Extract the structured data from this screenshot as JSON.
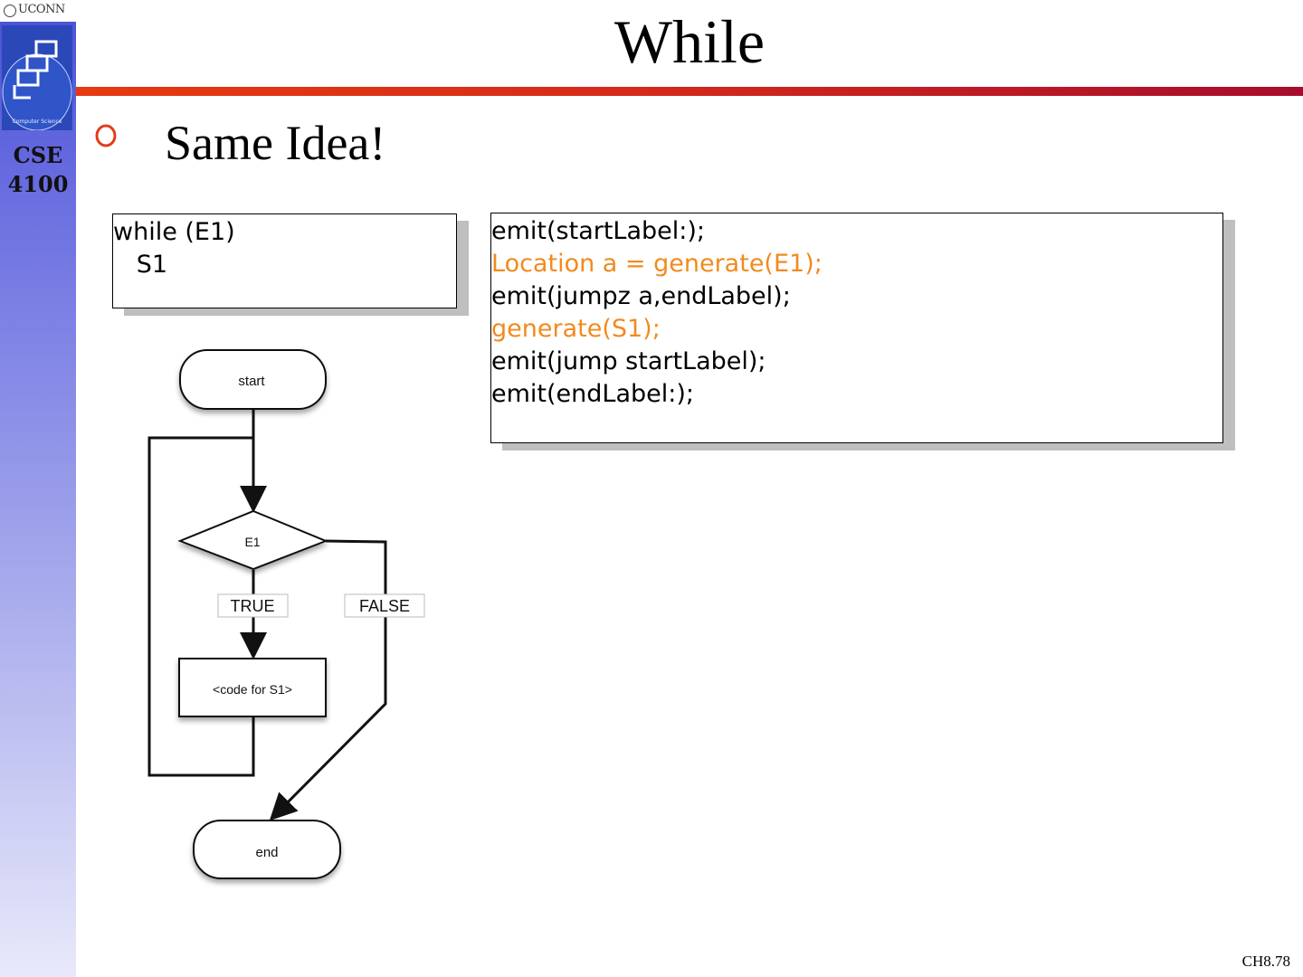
{
  "sidebar": {
    "logo_text": "UCONN",
    "course_line1": "CSE",
    "course_line2": "4100"
  },
  "slide": {
    "title": "While",
    "bullet": "Same Idea!",
    "source_code": [
      "while (E1)",
      "   S1"
    ],
    "generated_code": [
      {
        "text": "emit(startLabel:);",
        "highlight": false
      },
      {
        "text": "Location a = generate(E1);",
        "highlight": true
      },
      {
        "text": "emit(jumpz a,endLabel);",
        "highlight": false
      },
      {
        "text": "generate(S1);",
        "highlight": true
      },
      {
        "text": "emit(jump startLabel);",
        "highlight": false
      },
      {
        "text": "emit(endLabel:);",
        "highlight": false
      }
    ],
    "page_number": "CH8.78"
  },
  "flowchart": {
    "start_label": "start",
    "condition_label": "E1",
    "true_label": "TRUE",
    "false_label": "FALSE",
    "body_label": "<code for S1>",
    "end_label": "end"
  },
  "colors": {
    "highlight": "#f28a1e",
    "rule_start": "#e63a10",
    "rule_end": "#a80c2c",
    "sidebar_top": "#4b4fd6"
  }
}
